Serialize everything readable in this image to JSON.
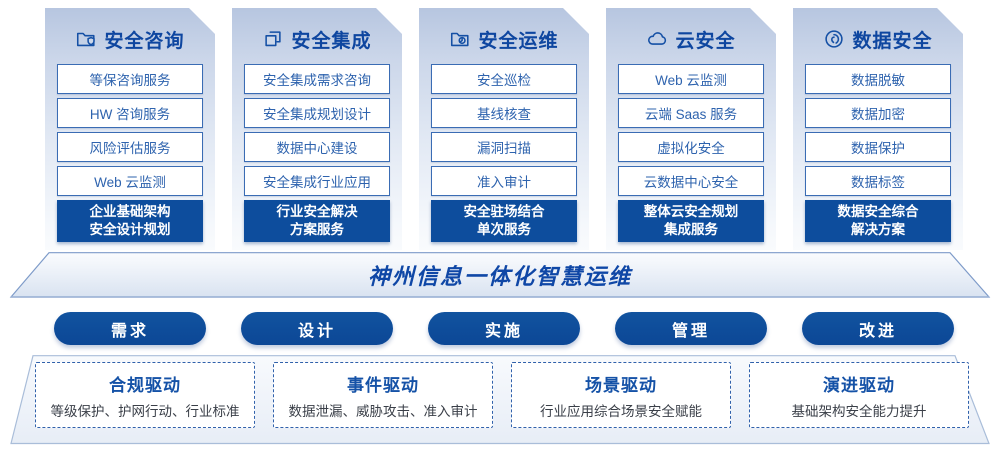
{
  "colors": {
    "accent_blue": "#0d4d9d",
    "title_blue": "#0e46a0",
    "item_border_blue": "#3a6cb4",
    "item_text_blue": "#2e63ae",
    "banner_text_blue": "#0f47a6",
    "dashed_border_blue": "#3061ab",
    "driver_desc_gray": "#3a3f48",
    "card_gradient_top": "#b7c6e0",
    "card_gradient_bottom": "#f9fbfd"
  },
  "columns": [
    {
      "title": "安全咨询",
      "icon": "folder-shield-icon",
      "items": [
        "等保咨询服务",
        "HW 咨询服务",
        "风险评估服务",
        "Web 云监测"
      ],
      "highlight": [
        "企业基础架构",
        "安全设计规划"
      ]
    },
    {
      "title": "安全集成",
      "icon": "copy-documents-icon",
      "items": [
        "安全集成需求咨询",
        "安全集成规划设计",
        "数据中心建设",
        "安全集成行业应用"
      ],
      "highlight": [
        "行业安全解决",
        "方案服务"
      ]
    },
    {
      "title": "安全运维",
      "icon": "folder-pie-icon",
      "items": [
        "安全巡检",
        "基线核查",
        "漏洞扫描",
        "准入审计"
      ],
      "highlight": [
        "安全驻场结合",
        "单次服务"
      ]
    },
    {
      "title": "云安全",
      "icon": "cloud-icon",
      "items": [
        "Web 云监测",
        "云端 Saas 服务",
        "虚拟化安全",
        "云数据中心安全"
      ],
      "highlight": [
        "整体云安全规划",
        "集成服务"
      ]
    },
    {
      "title": "数据安全",
      "icon": "fingerprint-icon",
      "items": [
        "数据脱敏",
        "数据加密",
        "数据保护",
        "数据标签"
      ],
      "highlight": [
        "数据安全综合",
        "解决方案"
      ]
    }
  ],
  "banner": {
    "title": "神州信息一体化智慧运维"
  },
  "pills": [
    "需求",
    "设计",
    "实施",
    "管理",
    "改进"
  ],
  "drivers": [
    {
      "title": "合规驱动",
      "desc": "等级保护、护网行动、行业标准"
    },
    {
      "title": "事件驱动",
      "desc": "数据泄漏、威胁攻击、准入审计"
    },
    {
      "title": "场景驱动",
      "desc": "行业应用综合场景安全赋能"
    },
    {
      "title": "演进驱动",
      "desc": "基础架构安全能力提升"
    }
  ]
}
